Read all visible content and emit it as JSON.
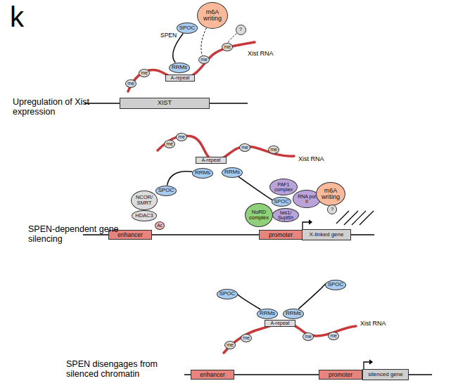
{
  "diagram": {
    "nodes": [
      {
        "text": [
          "SPOC"
        ]
      },
      {
        "text": [
          "m6A writing"
        ]
      },
      {
        "text": [
          "?"
        ]
      },
      {
        "text": [
          "RRMs"
        ]
      },
      {
        "text": [
          "A-repeat"
        ]
      },
      {
        "text": [
          "me"
        ]
      },
      {
        "text": [
          "me"
        ]
      },
      {
        "text": [
          "me"
        ]
      },
      {
        "text": [
          "me"
        ]
      },
      {
        "text": [
          "XIST"
        ]
      },
      {
        "text": [
          "me"
        ]
      },
      {
        "text": [
          "me"
        ]
      },
      {
        "text": [
          "me"
        ]
      },
      {
        "text": [
          "me"
        ]
      },
      {
        "text": [
          "A-repeat"
        ]
      },
      {
        "text": [
          "RRMs"
        ]
      },
      {
        "text": [
          "RRMs"
        ]
      },
      {
        "text": [
          "SPOC"
        ]
      },
      {
        "text": [
          "NCOR/ SMRT"
        ]
      },
      {
        "text": [
          "HDAC3"
        ]
      },
      {
        "text": [
          "Ac"
        ]
      },
      {
        "text": [
          "enhancer"
        ]
      },
      {
        "text": [
          "PAF1 complex"
        ]
      },
      {
        "text": [
          "RNA pol II"
        ]
      },
      {
        "text": [
          "Iws1/ Supt6h"
        ]
      },
      {
        "text": [
          "SPOC"
        ]
      },
      {
        "text": [
          "NuRD complex"
        ]
      },
      {
        "text": [
          "m6A writing"
        ]
      },
      {
        "text": [
          "?"
        ]
      },
      {
        "text": [
          "promoter"
        ]
      },
      {
        "text": [
          "X-linked gene"
        ]
      },
      {
        "text": [
          "SPOC"
        ]
      },
      {
        "text": [
          "SPOC"
        ]
      },
      {
        "text": [
          "RRMs"
        ]
      },
      {
        "text": [
          "RRMs"
        ]
      },
      {
        "text": [
          "A-repeat"
        ]
      },
      {
        "text": [
          "me"
        ]
      },
      {
        "text": [
          "me"
        ]
      },
      {
        "text": [
          "me"
        ]
      },
      {
        "text": [
          "me"
        ]
      },
      {
        "text": [
          "enhancer"
        ]
      },
      {
        "text": [
          "promoter"
        ]
      },
      {
        "text": [
          "silenced gene"
        ]
      }
    ],
    "edges": [
      {
        "from": 3,
        "to": 0,
        "arrow": "none"
      },
      {
        "from": 1,
        "to": 7,
        "arrow": "none"
      },
      {
        "from": 2,
        "to": 8,
        "arrow": "none"
      },
      {
        "from": 15,
        "to": 17,
        "arrow": "none"
      },
      {
        "from": 16,
        "to": 25,
        "arrow": "none"
      },
      {
        "from": 33,
        "to": 31,
        "arrow": "none"
      },
      {
        "from": 34,
        "to": 32,
        "arrow": "none"
      }
    ],
    "labels": [
      "k",
      "SPEN",
      "Xist RNA",
      "Upregulation of Xist expression",
      "Xist RNA",
      "SPEN-dependent gene silencing",
      "Xist RNA",
      "SPEN disengages from silenced chromatin"
    ]
  }
}
